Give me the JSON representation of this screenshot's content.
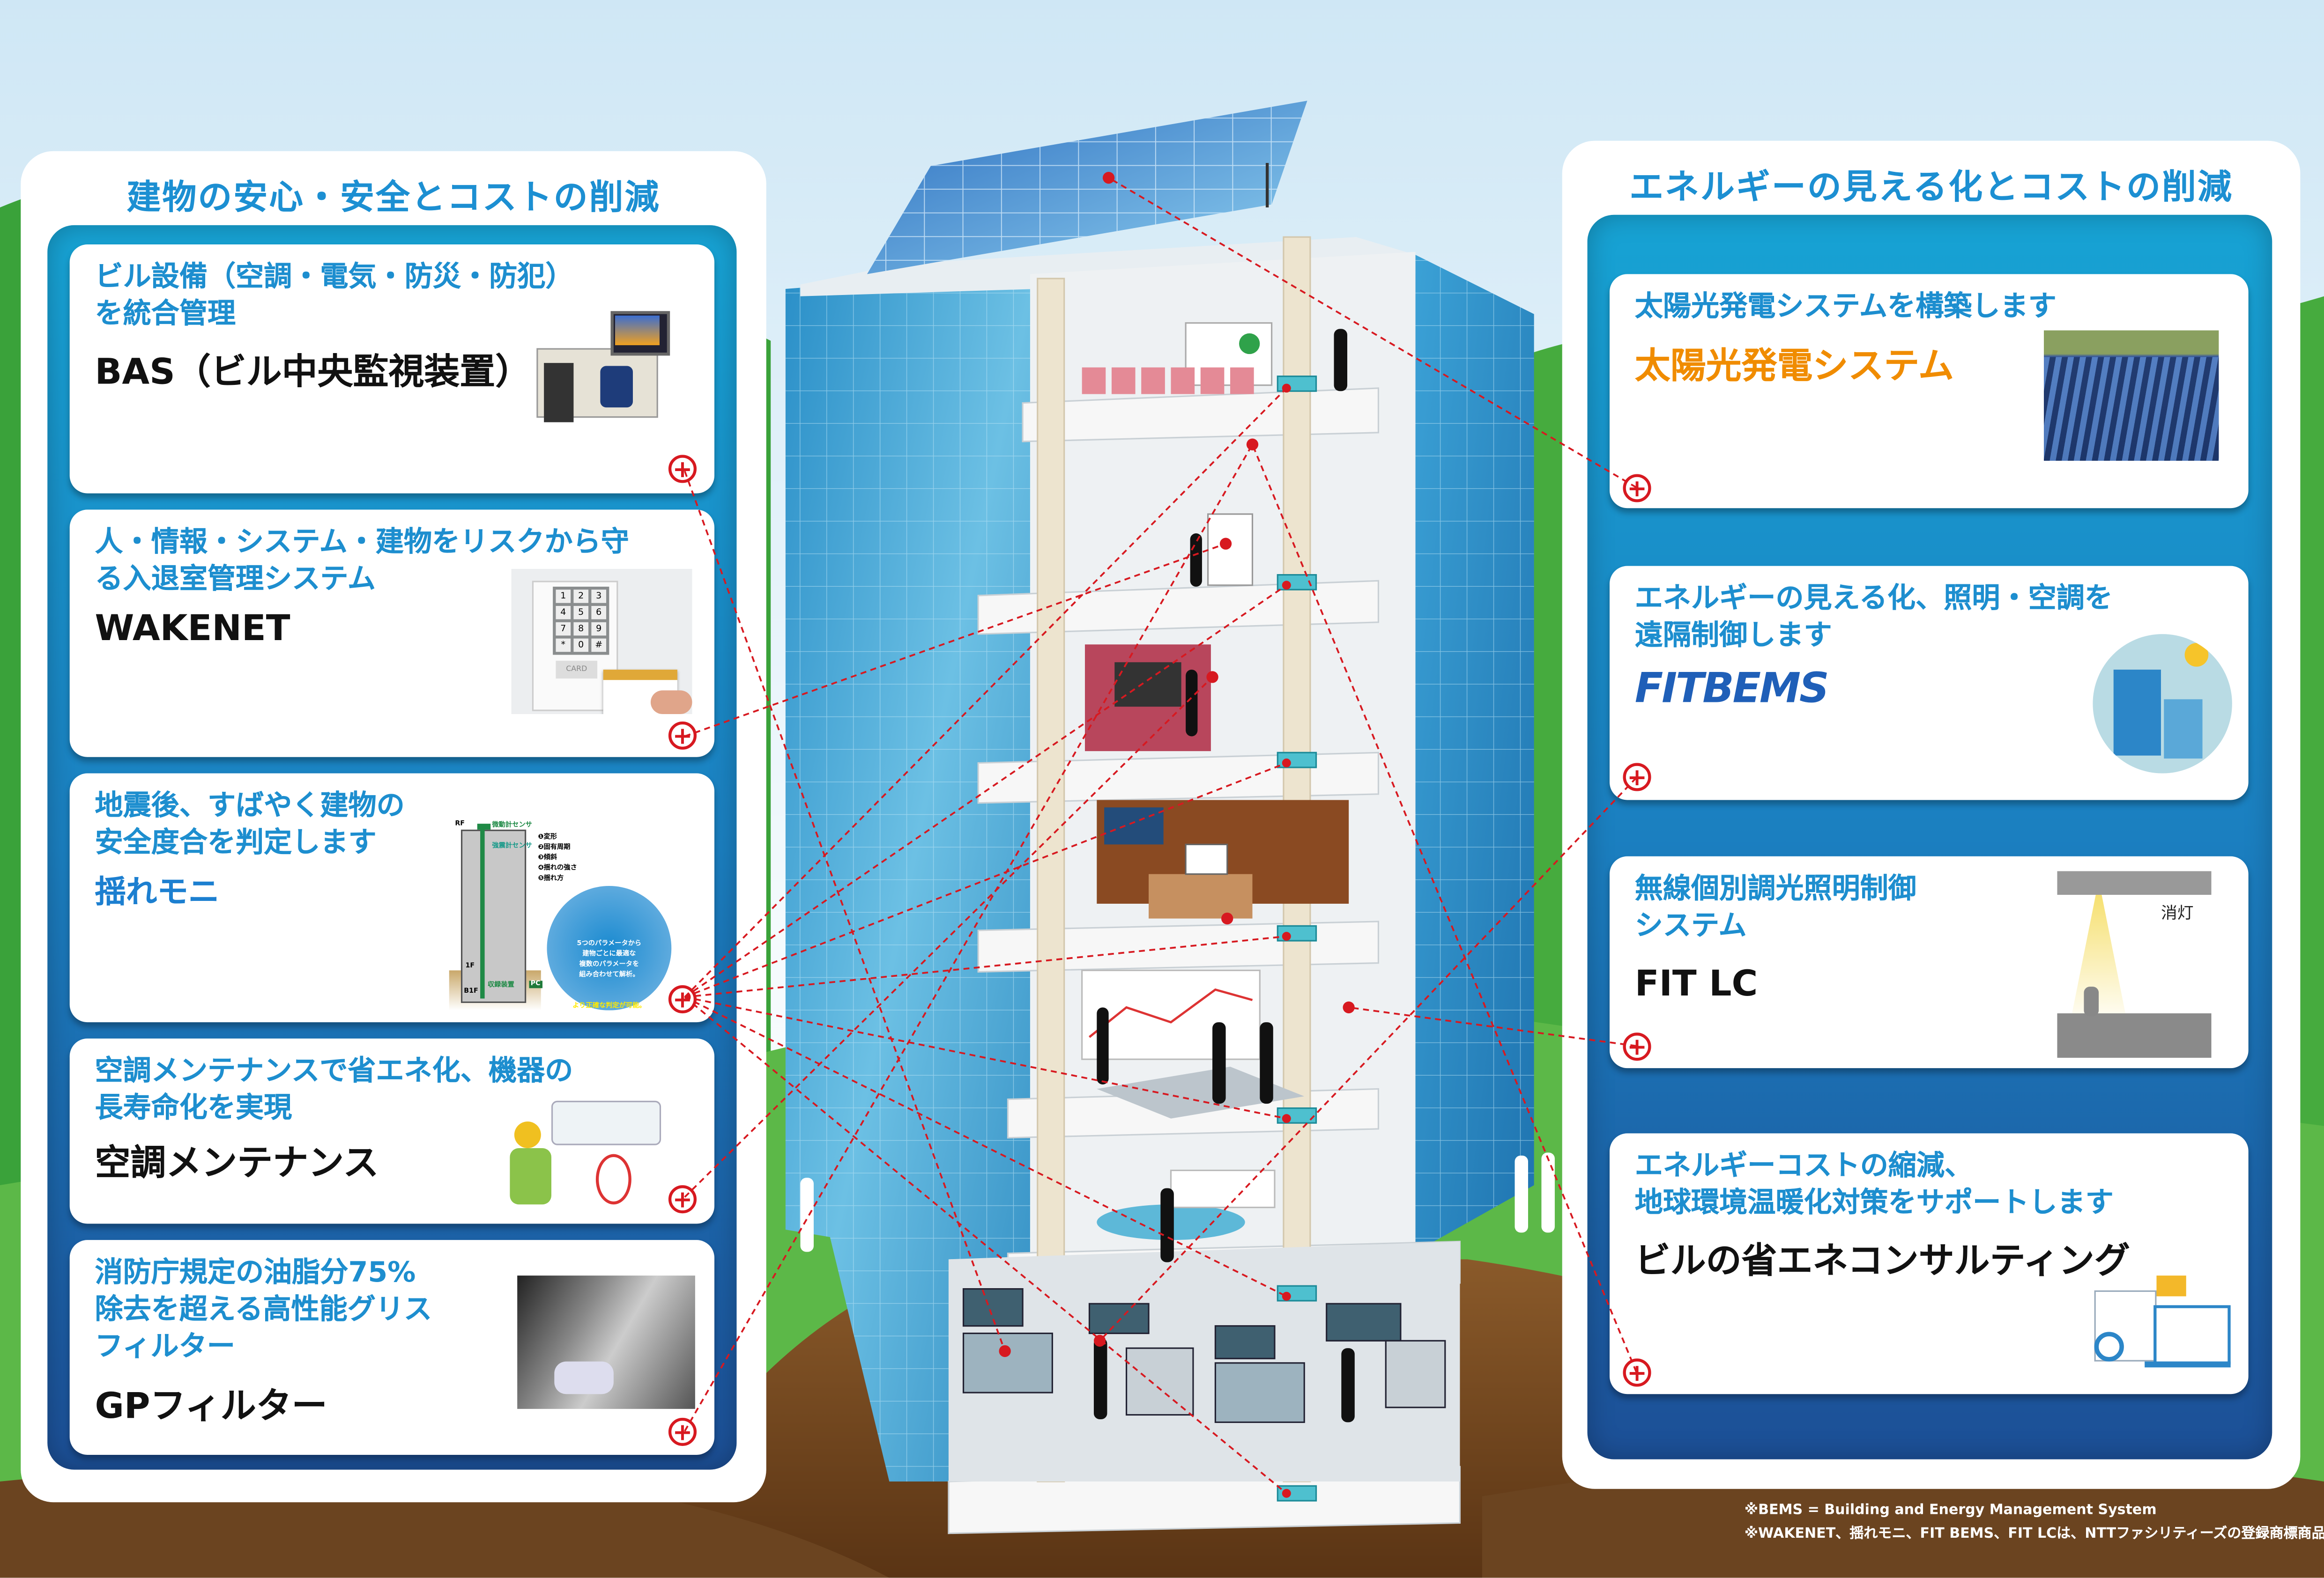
{
  "left_panel": {
    "title": "建物の安心・安全とコストの削減",
    "cards": [
      {
        "desc": "ビル設備（空調・電気・防災・防犯）\nを統合管理",
        "product": "BAS（ビル中央監視装置）"
      },
      {
        "desc": "人・情報・システム・建物をリスクから守\nる入退室管理システム",
        "product": "WAKENET"
      },
      {
        "desc": "地震後、すばやく建物の\n安全度合を判定します",
        "product": "揺れモニ",
        "diagram": {
          "rf": "RF",
          "f1": "1F",
          "b1f": "B1F",
          "top_sensor": "微動計センサ",
          "floor_sensor": "強震計センサ",
          "recorder": "収録装置",
          "pc": "PC",
          "params": [
            "❶変形",
            "❷固有周期",
            "❸傾斜",
            "❹揺れの強さ",
            "❺揺れ方"
          ],
          "bubble": "5つのパラメータから\n建物ごとに最適な\n複数のパラメータを\n組み合わせて解析。",
          "bubble_highlight": "より正確な判定が可能。"
        }
      },
      {
        "desc": "空調メンテナンスで省エネ化、機器の\n長寿命化を実現",
        "product": "空調メンテナンス"
      },
      {
        "desc": "消防庁規定の油脂分75%\n除去を超える高性能グリス\nフィルター",
        "product": "GPフィルター"
      }
    ]
  },
  "right_panel": {
    "title": "エネルギーの見える化とコストの削減",
    "cards": [
      {
        "desc": "太陽光発電システムを構築します",
        "product": "太陽光発電システム"
      },
      {
        "desc": "エネルギーの見える化、照明・空調を\n遠隔制御します",
        "product": "FITBEMS"
      },
      {
        "desc": "無線個別調光照明制御\nシステム",
        "product": "FIT LC",
        "lamp_label": "消灯"
      },
      {
        "desc": "エネルギーコストの縮減、\n地球環境温暖化対策をサポートします",
        "product": "ビルの省エネコンサルティング"
      }
    ]
  },
  "wakenet_keypad": {
    "keys": [
      "1",
      "2",
      "3",
      "4",
      "5",
      "6",
      "7",
      "8",
      "9",
      "*",
      "0",
      "#"
    ],
    "card_slot": "CARD"
  },
  "footnotes": [
    "※BEMS = Building and Energy Management System",
    "※WAKENET、揺れモニ、FIT BEMS、FIT LCは、NTTファシリティーズの登録商標商品です。"
  ],
  "colors": {
    "accent_blue": "#1c8fd2",
    "plus_red": "#d71920",
    "solar_orange": "#f08c00",
    "bems_blue": "#1f5fb8"
  }
}
